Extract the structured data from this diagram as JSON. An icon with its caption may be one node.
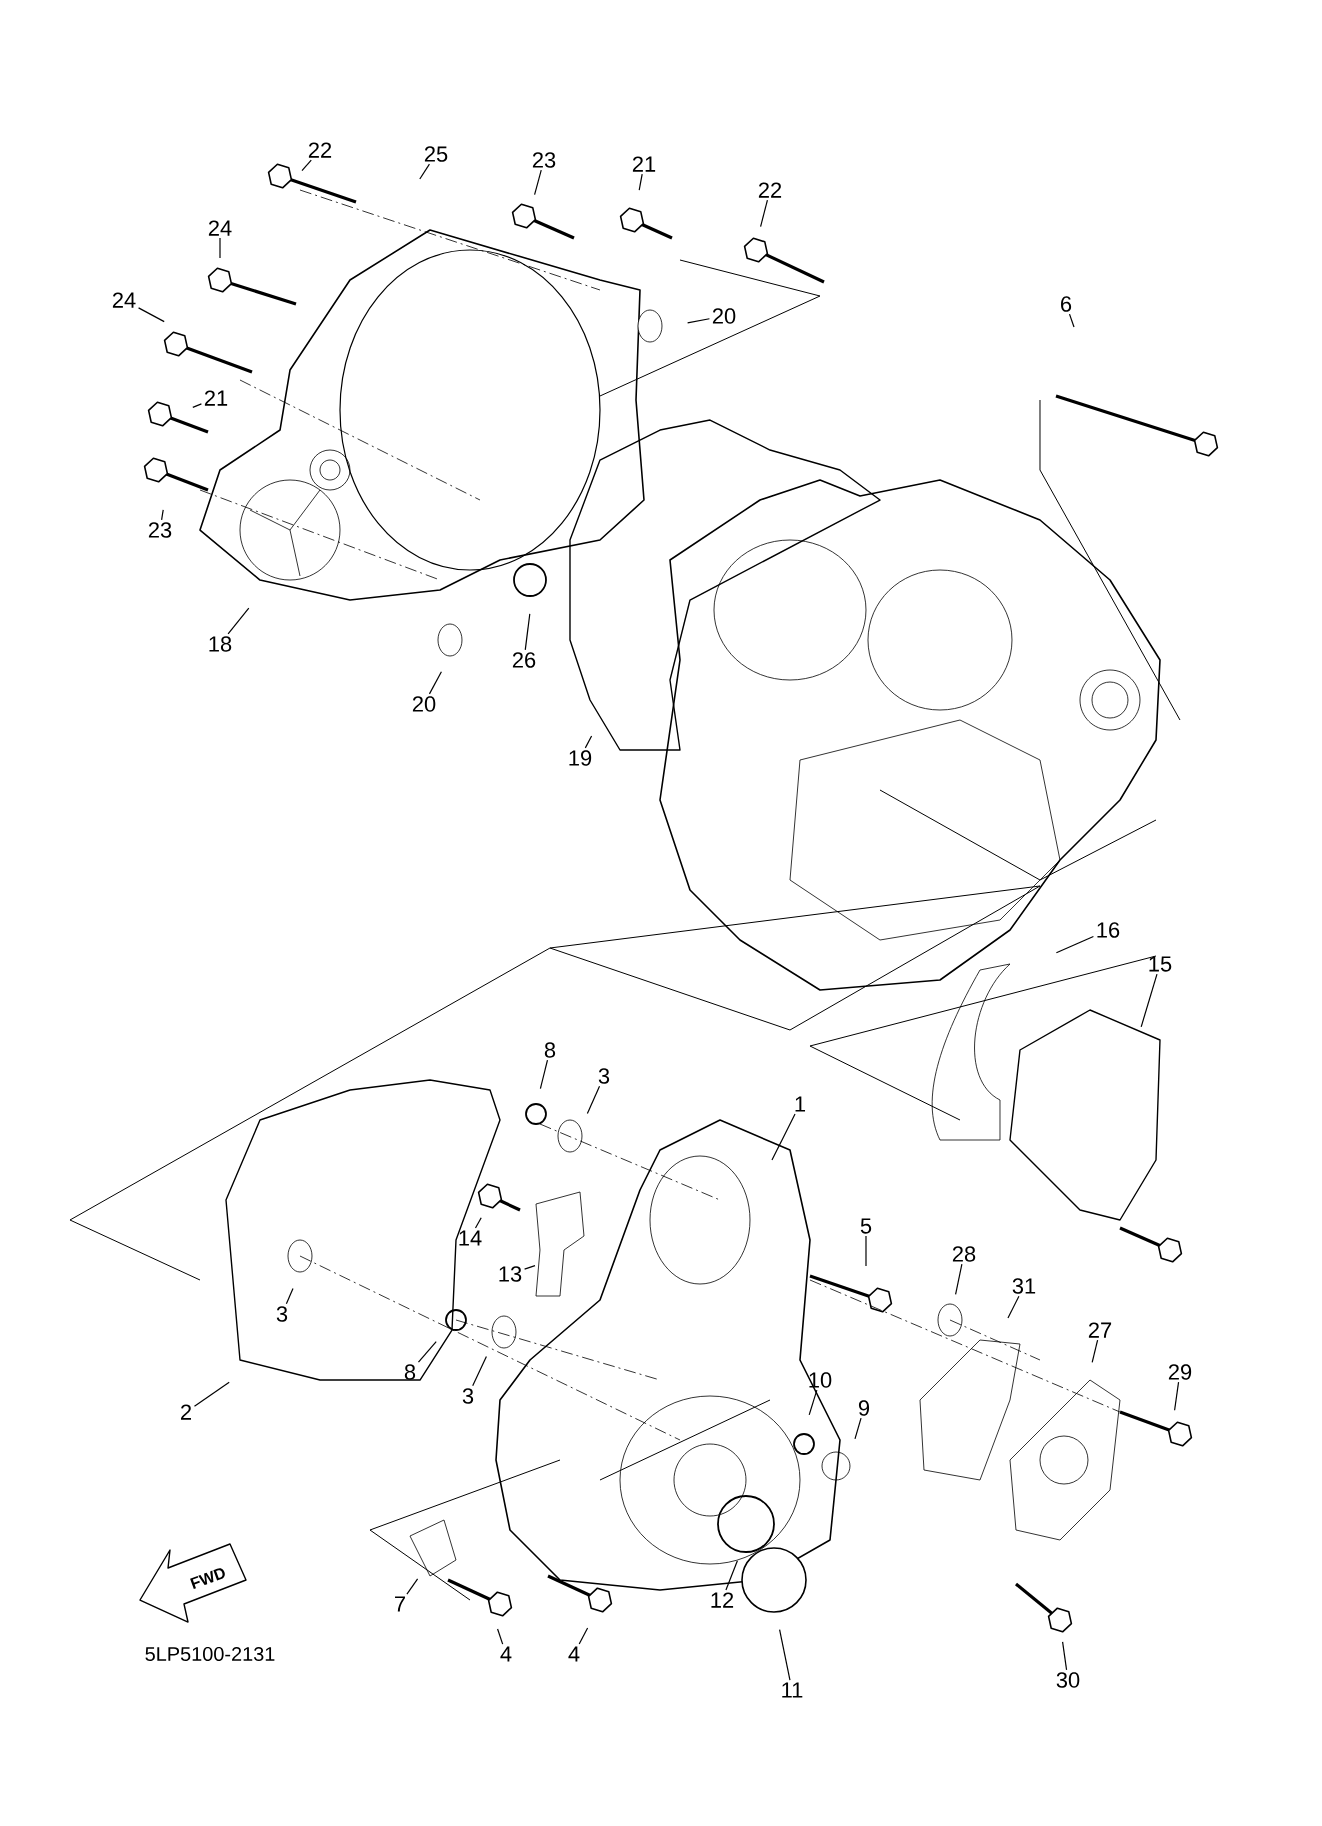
{
  "diagram": {
    "nodes": [
      {
        "text": [
          "22"
        ]
      },
      {
        "text": [
          "25"
        ]
      },
      {
        "text": [
          "23"
        ]
      },
      {
        "text": [
          "21"
        ]
      },
      {
        "text": [
          "22"
        ]
      },
      {
        "text": [
          "24"
        ]
      },
      {
        "text": [
          "6"
        ]
      },
      {
        "text": [
          "20"
        ]
      },
      {
        "text": [
          "24"
        ]
      },
      {
        "text": [
          "21"
        ]
      },
      {
        "text": [
          "23"
        ]
      },
      {
        "text": [
          "18"
        ]
      },
      {
        "text": [
          "26"
        ]
      },
      {
        "text": [
          "20"
        ]
      },
      {
        "text": [
          "19"
        ]
      },
      {
        "text": [
          "16"
        ]
      },
      {
        "text": [
          "15"
        ]
      },
      {
        "text": [
          "8"
        ]
      },
      {
        "text": [
          "3"
        ]
      },
      {
        "text": [
          "1"
        ]
      },
      {
        "text": [
          "14"
        ]
      },
      {
        "text": [
          "5"
        ]
      },
      {
        "text": [
          "28"
        ]
      },
      {
        "text": [
          "31"
        ]
      },
      {
        "text": [
          "13"
        ]
      },
      {
        "text": [
          "3"
        ]
      },
      {
        "text": [
          "27"
        ]
      },
      {
        "text": [
          "29"
        ]
      },
      {
        "text": [
          "2"
        ]
      },
      {
        "text": [
          "8"
        ]
      },
      {
        "text": [
          "3"
        ]
      },
      {
        "text": [
          "10"
        ]
      },
      {
        "text": [
          "9"
        ]
      },
      {
        "text": [
          "12"
        ]
      },
      {
        "text": [
          "7"
        ]
      },
      {
        "text": [
          "4"
        ]
      },
      {
        "text": [
          "4"
        ]
      },
      {
        "text": [
          "11"
        ]
      },
      {
        "text": [
          "30"
        ]
      }
    ],
    "edges": [
      {
        "from": 0,
        "to": null,
        "arrow": "none"
      },
      {
        "from": 1,
        "to": null,
        "arrow": "none"
      },
      {
        "from": 2,
        "to": null,
        "arrow": "none"
      },
      {
        "from": 3,
        "to": null,
        "arrow": "none"
      },
      {
        "from": 4,
        "to": null,
        "arrow": "none"
      },
      {
        "from": 5,
        "to": null,
        "arrow": "none"
      },
      {
        "from": 6,
        "to": null,
        "arrow": "none"
      },
      {
        "from": 7,
        "to": null,
        "arrow": "none"
      },
      {
        "from": 8,
        "to": null,
        "arrow": "none"
      },
      {
        "from": 9,
        "to": null,
        "arrow": "none"
      },
      {
        "from": 10,
        "to": null,
        "arrow": "none"
      },
      {
        "from": 11,
        "to": null,
        "arrow": "none"
      },
      {
        "from": 12,
        "to": null,
        "arrow": "none"
      },
      {
        "from": 13,
        "to": null,
        "arrow": "none"
      },
      {
        "from": 14,
        "to": null,
        "arrow": "none"
      },
      {
        "from": 15,
        "to": null,
        "arrow": "none"
      },
      {
        "from": 16,
        "to": null,
        "arrow": "none"
      },
      {
        "from": 17,
        "to": null,
        "arrow": "none"
      },
      {
        "from": 18,
        "to": null,
        "arrow": "none"
      },
      {
        "from": 19,
        "to": null,
        "arrow": "none"
      },
      {
        "from": 20,
        "to": null,
        "arrow": "none"
      },
      {
        "from": 21,
        "to": null,
        "arrow": "none"
      },
      {
        "from": 22,
        "to": null,
        "arrow": "none"
      },
      {
        "from": 23,
        "to": null,
        "arrow": "none"
      },
      {
        "from": 24,
        "to": null,
        "arrow": "none"
      },
      {
        "from": 25,
        "to": null,
        "arrow": "none"
      },
      {
        "from": 26,
        "to": null,
        "arrow": "none"
      },
      {
        "from": 27,
        "to": null,
        "arrow": "none"
      },
      {
        "from": 28,
        "to": null,
        "arrow": "none"
      },
      {
        "from": 29,
        "to": null,
        "arrow": "none"
      },
      {
        "from": 30,
        "to": null,
        "arrow": "none"
      },
      {
        "from": 31,
        "to": null,
        "arrow": "none"
      },
      {
        "from": 32,
        "to": null,
        "arrow": "none"
      },
      {
        "from": 33,
        "to": null,
        "arrow": "none"
      },
      {
        "from": 34,
        "to": null,
        "arrow": "none"
      },
      {
        "from": 35,
        "to": null,
        "arrow": "none"
      },
      {
        "from": 36,
        "to": null,
        "arrow": "none"
      },
      {
        "from": 37,
        "to": null,
        "arrow": "none"
      },
      {
        "from": 38,
        "to": null,
        "arrow": "none"
      }
    ],
    "labels": [
      "FWD",
      "5LP5100-2131"
    ]
  }
}
